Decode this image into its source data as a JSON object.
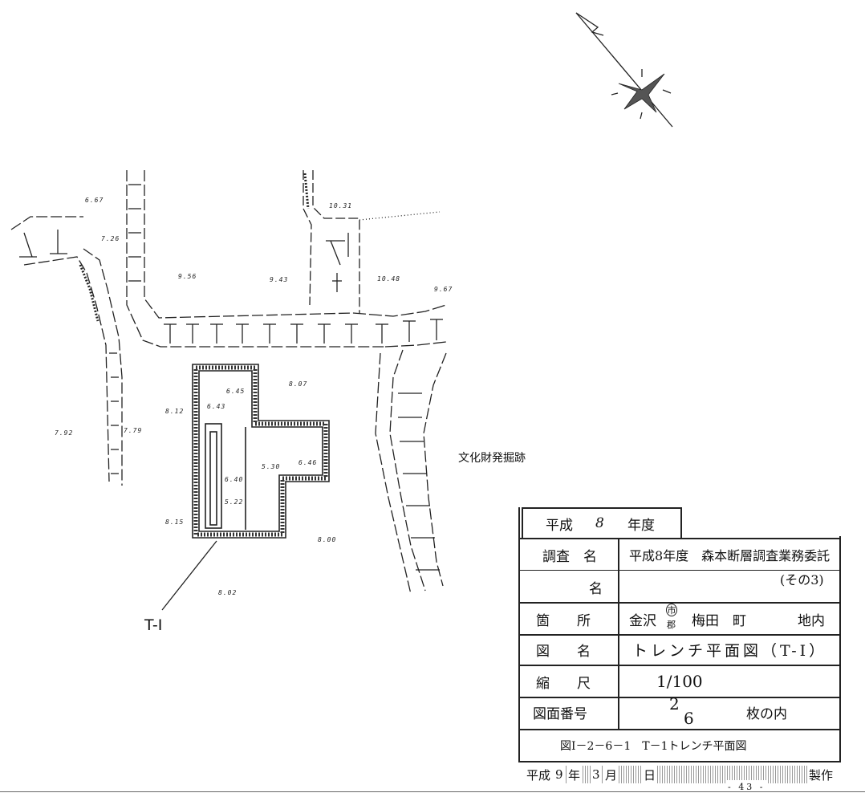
{
  "elevations": [
    {
      "id": "e1",
      "value": "6.67"
    },
    {
      "id": "e2",
      "value": "7.26"
    },
    {
      "id": "e3",
      "value": "9.56"
    },
    {
      "id": "e4",
      "value": "9.43"
    },
    {
      "id": "e5",
      "value": "10.31"
    },
    {
      "id": "e6",
      "value": "10.48"
    },
    {
      "id": "e7",
      "value": "9.67"
    },
    {
      "id": "e8",
      "value": "6.45"
    },
    {
      "id": "e9",
      "value": "6.43"
    },
    {
      "id": "e10",
      "value": "8.07"
    },
    {
      "id": "e11",
      "value": "8.12"
    },
    {
      "id": "e12",
      "value": "7.92"
    },
    {
      "id": "e13",
      "value": "7.79"
    },
    {
      "id": "e14",
      "value": "5.30"
    },
    {
      "id": "e15",
      "value": "6.46"
    },
    {
      "id": "e16",
      "value": "6.40"
    },
    {
      "id": "e17",
      "value": "5.22"
    },
    {
      "id": "e18",
      "value": "8.15"
    },
    {
      "id": "e19",
      "value": "8.00"
    },
    {
      "id": "e20",
      "value": "8.02"
    }
  ],
  "site_label": "文化財発掘跡",
  "trench_label": "T-I",
  "title_block": {
    "fiscal_prefix": "平成",
    "fiscal_number": "8",
    "fiscal_suffix": "年度",
    "survey_label": "調査　名",
    "survey_value_line1": "平成8年度　森本断層調査業務委託",
    "name_label": "名",
    "survey_value_line2": "(その3)",
    "location_label": "箇　　所",
    "location_city": "金沢",
    "location_ward_top": "市",
    "location_ward_bottom": "郡",
    "location_town": "梅田　町",
    "location_suffix": "地内",
    "drawing_label": "図　　名",
    "drawing_value": "トレンチ平面図（T-I）",
    "scale_label": "縮　　尺",
    "scale_value": "1/100",
    "sheet_label": "図面番号",
    "sheet_value_num": "2",
    "sheet_value_den": "6",
    "sheet_suffix": "枚の内",
    "caption": "図I－2－6－1　T－1トレンチ平面図",
    "date_prefix": "平成",
    "date_year": "9",
    "date_year_unit": "年",
    "date_month": "3",
    "date_month_unit": "月",
    "date_day_unit": "日",
    "produced": "製作",
    "page_number": "- 43 -"
  }
}
